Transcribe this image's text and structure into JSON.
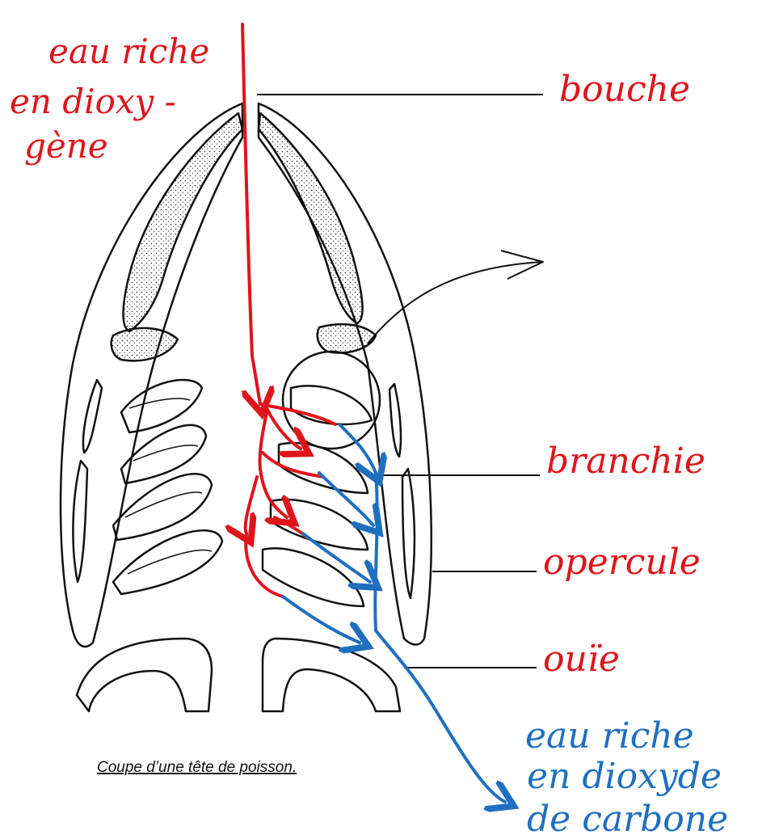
{
  "caption": "Coupe d’une tête de poisson.",
  "annotations": {
    "inflow": {
      "line1": "eau riche",
      "line2": "en dioxy -",
      "line3": "gène"
    },
    "outflow": {
      "line1": "eau riche",
      "line2": "en dioxyde",
      "line3": "de carbone"
    }
  },
  "labels": {
    "mouth": "bouche",
    "gill": "branchie",
    "operculum": "opercule",
    "gill_opening": "ouïe"
  },
  "colors": {
    "oxygen_flow": "#e0141b",
    "co2_flow": "#1f6fbf",
    "outline": "#111111"
  }
}
